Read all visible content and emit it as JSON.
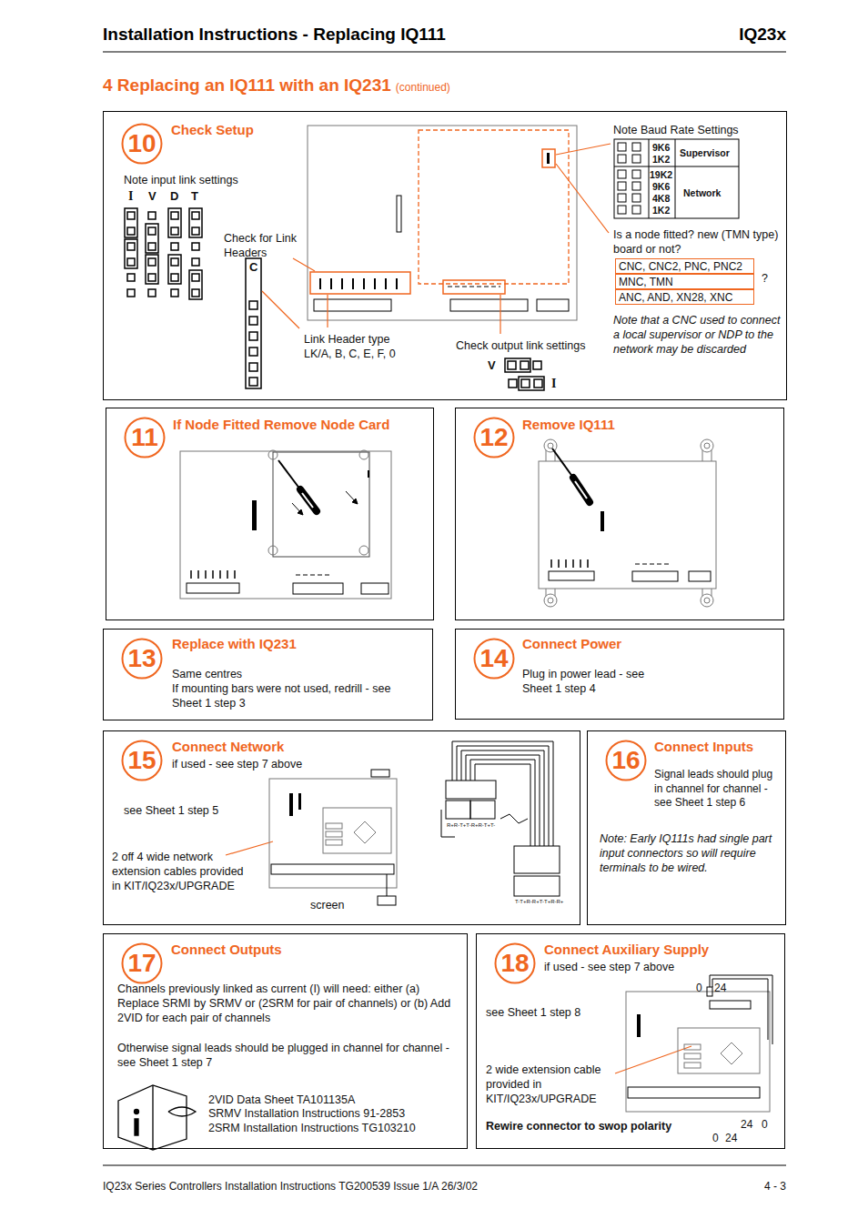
{
  "diagram": {
    "title": "Installation Instructions - Replacing IQ111",
    "nodes": [
      {
        "text": [
          "Check Setup",
          "Note input link settings",
          "Check for Link Headers",
          "Link Header type LK/A, B, C, E, F, 0",
          "Check output link settings",
          "Note Baud Rate Settings",
          "Is a node fitted? new (TMN type) board or not?",
          "?",
          "Note that a CNC used to connect a local supervisor or NDP to the network may be discarded"
        ]
      },
      {
        "text": [
          "10"
        ],
        "in": 0
      },
      {
        "text": [
          "CNC, CNC2, PNC, PNC2"
        ],
        "in": 0
      },
      {
        "text": [
          "MNC, TMN"
        ],
        "in": 0
      },
      {
        "text": [
          "ANC, AND, XN28, XNC"
        ],
        "in": 0
      },
      {
        "text": [
          "If Node Fitted Remove Node Card"
        ]
      },
      {
        "text": [
          "11"
        ],
        "in": 5
      },
      {
        "text": [
          "Remove IQ111"
        ]
      },
      {
        "text": [
          "12"
        ],
        "in": 7
      },
      {
        "text": [
          "Replace with IQ231",
          "Same centres",
          "If mounting bars were not used, redrill - see Sheet 1 step 3"
        ]
      },
      {
        "text": [
          "13"
        ],
        "in": 9
      },
      {
        "text": [
          "Connect Power",
          "Plug in power lead - see Sheet 1 step 4"
        ]
      },
      {
        "text": [
          "14"
        ],
        "in": 11
      },
      {
        "text": [
          "Connect Network",
          "if used - see step 7 above",
          "see Sheet 1 step 5",
          "2 off 4 wide network extension cables provided in KIT/IQ23x/UPGRADE",
          "screen"
        ]
      },
      {
        "text": [
          "15"
        ],
        "in": 13
      },
      {
        "text": [
          "Connect Inputs",
          "Signal leads should plug in channel for channel - see Sheet 1 step 6",
          "Note: Early IQ111s had single part input connectors so will require terminals to be wired."
        ]
      },
      {
        "text": [
          "16"
        ],
        "in": 15
      },
      {
        "text": [
          "Connect Outputs",
          "Channels previously linked as current (I) will need: either (a) Replace SRMI by SRMV or (2SRM for pair of channels) or (b) Add 2VID for each pair of channels",
          "Otherwise signal leads should be plugged in channel for channel - see Sheet 1 step 7",
          "2VID Data Sheet TA101135A",
          "SRMV Installation Instructions 91-2853",
          "2SRM Installation Instructions TG103210"
        ]
      },
      {
        "text": [
          "17"
        ],
        "in": 17
      },
      {
        "text": [
          "Connect Auxiliary Supply",
          "if used - see step 7 above",
          "see Sheet 1 step 8",
          "2 wide extension cable provided in KIT/IQ23x/UPGRADE",
          "Rewire connector to swop polarity"
        ]
      },
      {
        "text": [
          "18"
        ],
        "in": 19
      }
    ],
    "labels": [
      "IQ23x",
      "4 Replacing an IQ111 with an IQ231",
      "(continued)",
      "I",
      "V",
      "D",
      "T",
      "C",
      "V",
      "I",
      "9K6",
      "1K2",
      "Supervisor",
      "19K2",
      "9K6",
      "4K8",
      "1K2",
      "Network",
      "R+R-T+T-R+R-T+T-",
      "T-T+R-R+T-T+R-R+",
      "0",
      "24",
      "24",
      "0",
      "0",
      "24",
      "IQ23x Series Controllers Installation Instructions TG200539 Issue 1/A 26/3/02",
      "4 - 3"
    ]
  }
}
